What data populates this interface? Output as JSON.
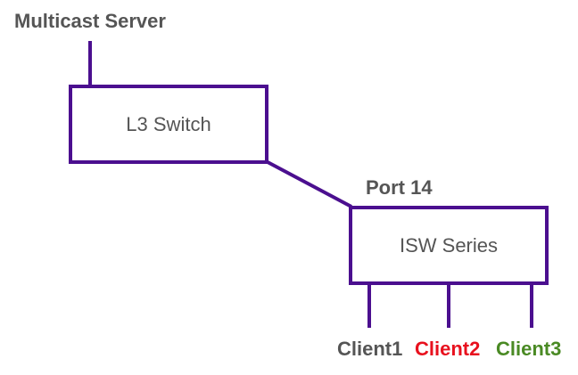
{
  "nodes": {
    "server": {
      "label": "Multicast Server"
    },
    "l3_switch": {
      "label": "L3 Switch"
    },
    "isw": {
      "label": "ISW Series"
    }
  },
  "port_label": "Port 14",
  "clients": [
    {
      "label": "Client1",
      "color": "#555555"
    },
    {
      "label": "Client2",
      "color": "#e8111e"
    },
    {
      "label": "Client3",
      "color": "#4a8a24"
    }
  ],
  "colors": {
    "link": "#4b0f8f",
    "text": "#555555"
  }
}
